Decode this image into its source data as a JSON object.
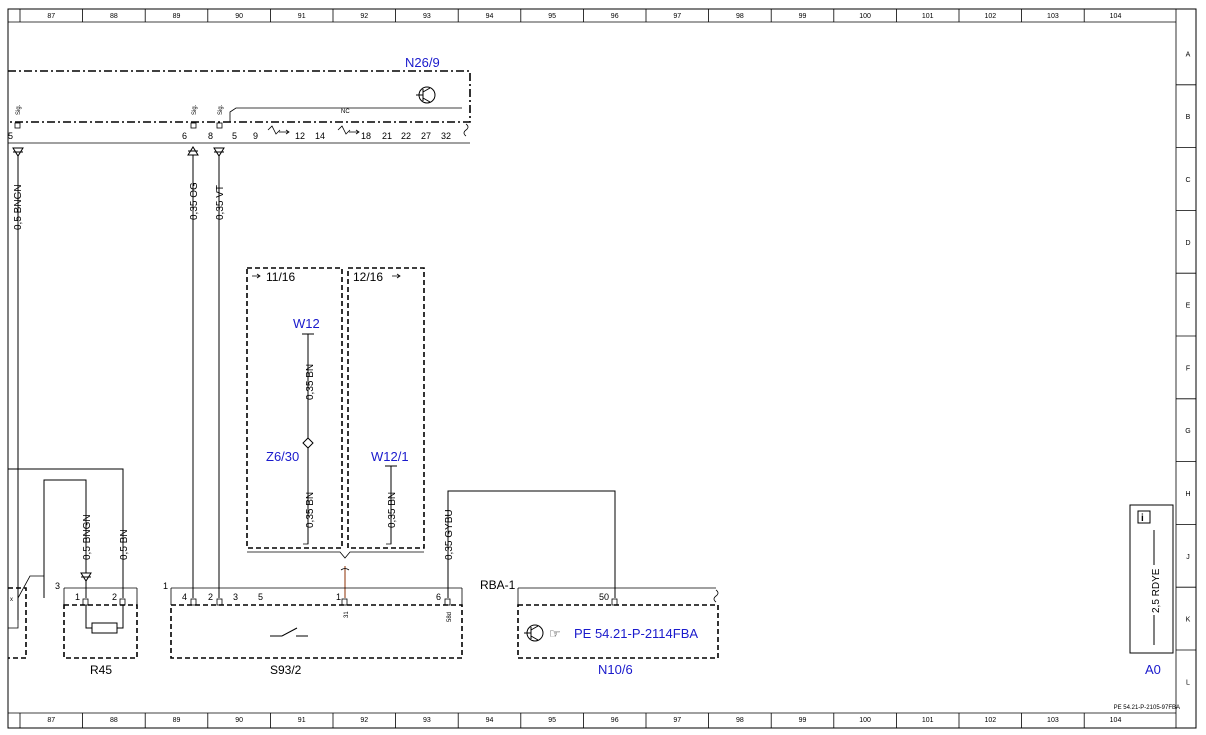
{
  "grid": {
    "columns": [
      "87",
      "88",
      "89",
      "90",
      "91",
      "92",
      "93",
      "94",
      "95",
      "96",
      "97",
      "98",
      "99",
      "100",
      "101",
      "102",
      "103",
      "104"
    ],
    "rows": [
      "A",
      "B",
      "C",
      "D",
      "E",
      "F",
      "G",
      "H",
      "J",
      "K",
      "L"
    ]
  },
  "footer_ref": "PE 54.21-P-2105-97FBA",
  "components": {
    "n26_9": {
      "name": "N26/9",
      "sig": "Sig.",
      "nc": "NC",
      "pins": [
        "5",
        "6",
        "8",
        "5",
        "9",
        "12",
        "14",
        "18",
        "21",
        "22",
        "27",
        "32"
      ]
    },
    "w12": "W12",
    "z6_30": "Z6/30",
    "w12_1": "W12/1",
    "ref_11_16": "11/16",
    "ref_12_16": "12/16",
    "r45": {
      "name": "R45",
      "pin_l": "1",
      "pin_r": "2",
      "pin_lead": "3"
    },
    "s93_2": {
      "name": "S93/2",
      "lead": "1",
      "pins": [
        "4",
        "2",
        "3",
        "5",
        "1",
        "6"
      ],
      "sub_31": "31",
      "sub_58d": "58d"
    },
    "n10_6": {
      "name": "N10/6",
      "conn": "RBA-1",
      "pin": "50",
      "ref": "PE 54.21-P-2114FBA"
    },
    "a0": {
      "name": "A0",
      "wire": "2,5 RDYE"
    }
  },
  "wires": {
    "bngn_top": "0,5 BNGN",
    "og": "0,35 OG",
    "vt": "0,35 VT",
    "bn_w12": "0,35 BN",
    "bn_z6": "0,35 BN",
    "bn_w12_1": "0,35 BN",
    "gybu": "0,35 GYBU",
    "bngn_r45": "0,5 BNGN",
    "bn_r45": "0,5 BN"
  },
  "icons": [
    "transistor-icon",
    "hand-pointer-icon",
    "info-icon",
    "resistor-icon",
    "switch-icon",
    "splice-icon"
  ]
}
